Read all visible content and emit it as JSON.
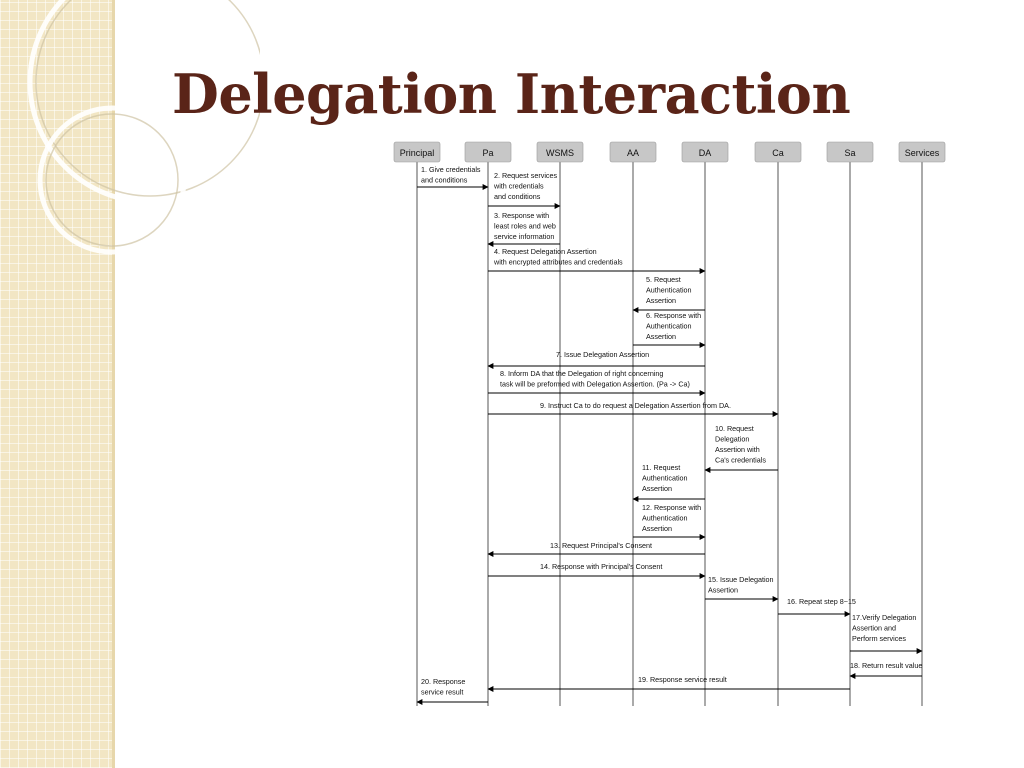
{
  "slide": {
    "title": "Delegation Interaction"
  },
  "colors": {
    "title": "#5a2418",
    "sidebar": "#f2e6c4",
    "actor_box": "#c7c7c7"
  },
  "diagram": {
    "actors": [
      "Principal",
      "Pa",
      "WSMS",
      "AA",
      "DA",
      "Ca",
      "Sa",
      "Services"
    ],
    "messages": [
      {
        "from": 0,
        "to": 1,
        "lines": [
          "1. Give credentials",
          "and conditions"
        ]
      },
      {
        "from": 1,
        "to": 2,
        "lines": [
          "2. Request services",
          "with credentials",
          "and conditions"
        ]
      },
      {
        "from": 2,
        "to": 1,
        "lines": [
          "3. Response with",
          "least roles and web",
          "service information"
        ]
      },
      {
        "from": 1,
        "to": 4,
        "lines": [
          "4. Request Delegation Assertion",
          "with encrypted attributes and credentials"
        ]
      },
      {
        "from": 4,
        "to": 3,
        "lines": [
          "5. Request",
          "Authentication",
          "Assertion"
        ]
      },
      {
        "from": 3,
        "to": 4,
        "lines": [
          "6. Response with",
          "Authentication",
          "Assertion"
        ]
      },
      {
        "from": 4,
        "to": 1,
        "lines": [
          "7. Issue Delegation Assertion"
        ]
      },
      {
        "from": 1,
        "to": 4,
        "lines": [
          "8. Inform DA that the Delegation of right concerning",
          "task will be preformed with Delegation Assertion. (Pa -> Ca)"
        ]
      },
      {
        "from": 1,
        "to": 5,
        "lines": [
          "9. Instruct Ca to do request a Delegation Assertion from DA."
        ]
      },
      {
        "from": 5,
        "to": 4,
        "lines": [
          "10. Request",
          "Delegation",
          "Assertion with",
          "Ca's credentials"
        ]
      },
      {
        "from": 4,
        "to": 3,
        "lines": [
          "11. Request",
          "Authentication",
          "Assertion"
        ]
      },
      {
        "from": 3,
        "to": 4,
        "lines": [
          "12. Response with",
          "Authentication",
          "Assertion"
        ]
      },
      {
        "from": 4,
        "to": 1,
        "lines": [
          "13. Request Principal's Consent"
        ]
      },
      {
        "from": 1,
        "to": 4,
        "lines": [
          "14. Response with Principal's Consent"
        ]
      },
      {
        "from": 4,
        "to": 5,
        "lines": [
          "15. Issue Delegation",
          "Assertion"
        ]
      },
      {
        "from": 5,
        "to": 6,
        "lines": [
          "16. Repeat step 8~15"
        ]
      },
      {
        "from": 6,
        "to": 7,
        "lines": [
          "17.Verify Delegation",
          "Assertion and",
          "Perform services"
        ]
      },
      {
        "from": 7,
        "to": 6,
        "lines": [
          "18. Return result value"
        ]
      },
      {
        "from": 6,
        "to": 1,
        "lines": [
          "19. Response service result"
        ]
      },
      {
        "from": 1,
        "to": 0,
        "lines": [
          "20. Response",
          "service result"
        ]
      }
    ]
  }
}
